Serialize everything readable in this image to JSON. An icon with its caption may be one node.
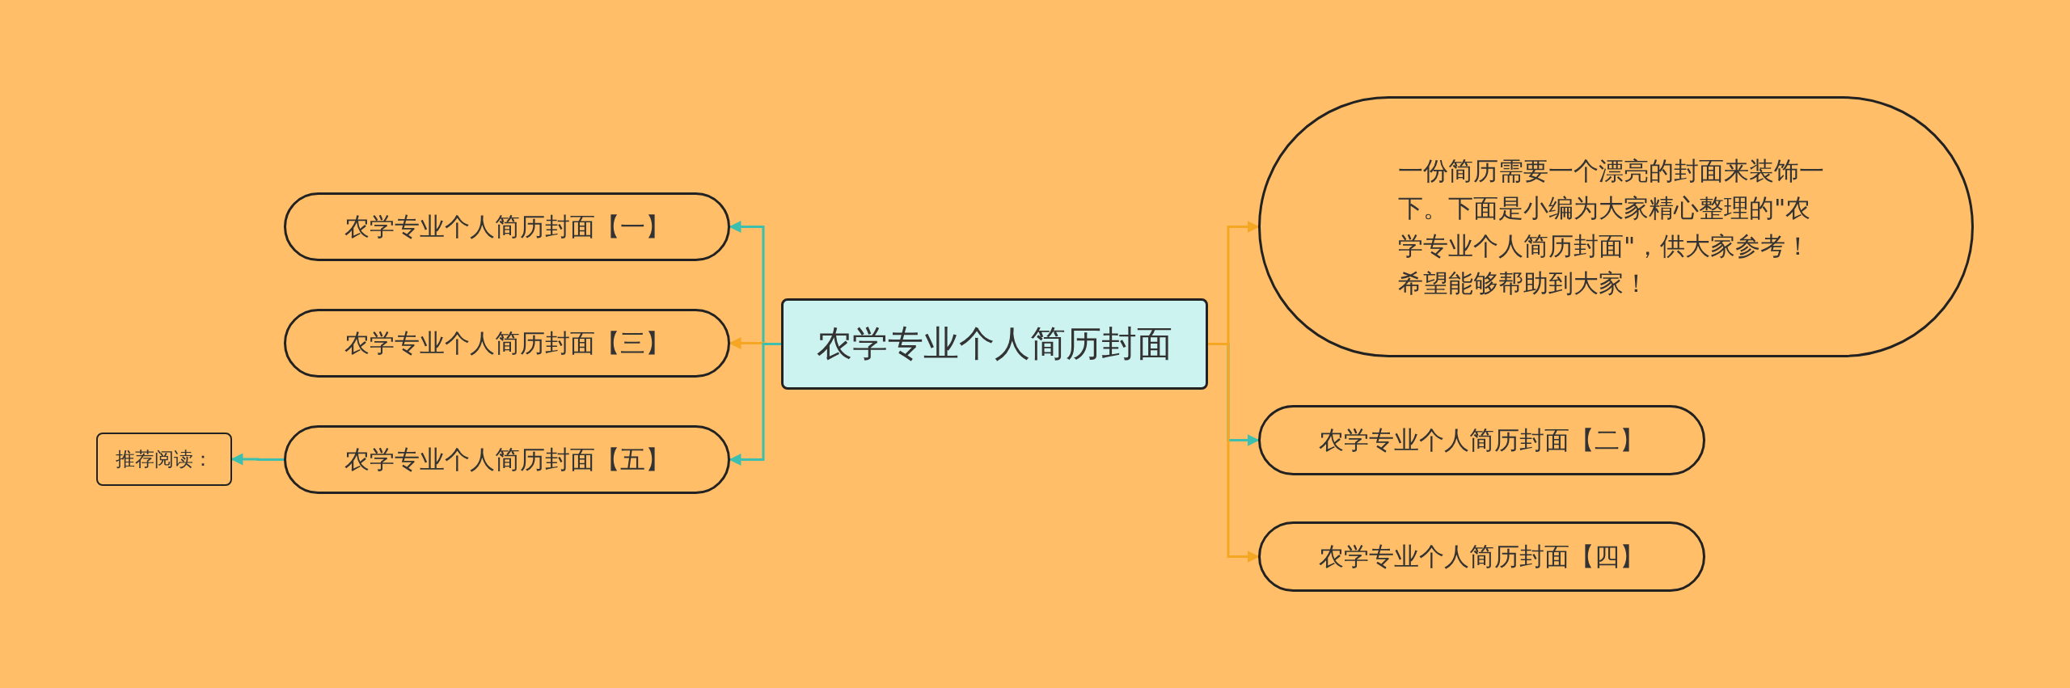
{
  "diagram": {
    "nodes": [
      {
        "text": [
          "农学专业个人简历封面"
        ]
      },
      {
        "text": [
          "农学专业个人简历封面【一】"
        ]
      },
      {
        "text": [
          "农学专业个人简历封面【三】"
        ]
      },
      {
        "text": [
          "农学专业个人简历封面【五】"
        ]
      },
      {
        "text": [
          "推荐阅读："
        ]
      },
      {
        "text": [
          "一份简历需要一个漂亮的封面来装饰一下。下面是小编为大家精心整理的\"农学专业个人简历封面\"，供大家参考！希望能够帮助到大家！"
        ]
      },
      {
        "text": [
          "农学专业个人简历封面【二】"
        ]
      },
      {
        "text": [
          "农学专业个人简历封面【四】"
        ]
      }
    ],
    "edges": [
      {
        "from": 0,
        "to": 1,
        "arrow": "to"
      },
      {
        "from": 0,
        "to": 2,
        "arrow": "to",
        "color": "#f5a623"
      },
      {
        "from": 0,
        "to": 3,
        "arrow": "to"
      },
      {
        "from": 3,
        "to": 4,
        "arrow": "to"
      },
      {
        "from": 0,
        "to": 5,
        "arrow": "to",
        "color": "#f5a623"
      },
      {
        "from": 0,
        "to": 6,
        "arrow": "to"
      },
      {
        "from": 0,
        "to": 7,
        "arrow": "to",
        "color": "#f5a623"
      }
    ]
  }
}
